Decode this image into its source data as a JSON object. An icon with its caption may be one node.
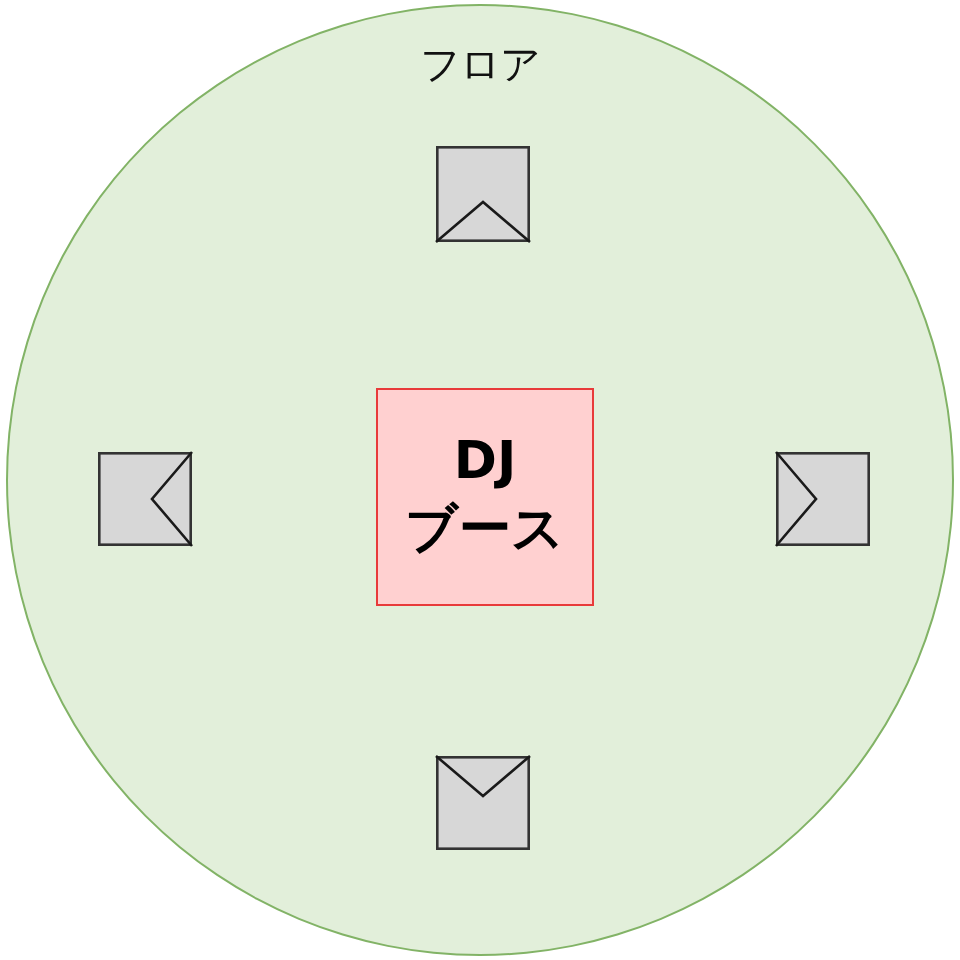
{
  "diagram": {
    "nodes": [
      {
        "text": [
          "フロア"
        ]
      },
      {
        "text": [],
        "shape": "box",
        "in": 0
      },
      {
        "text": [],
        "shape": "box",
        "in": 0
      },
      {
        "text": [
          "DJブース"
        ],
        "in": 0
      },
      {
        "text": [],
        "shape": "box",
        "in": 0
      },
      {
        "text": [],
        "shape": "box",
        "in": 0
      }
    ]
  }
}
